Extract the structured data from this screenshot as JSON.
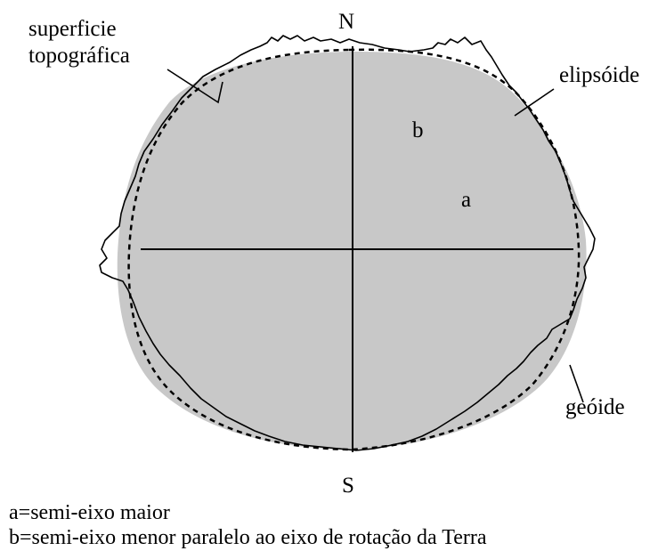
{
  "labels": {
    "surface": "superficie\ntopográfica",
    "north": "N",
    "south": "S",
    "ellipsoid": "elipsóide",
    "semi_minor": "b",
    "semi_major": "a",
    "geoid": "geóide"
  },
  "legend": {
    "a": "a=semi-eixo maior",
    "b": "b=semi-eixo menor paralelo ao eixo de rotação da Terra"
  },
  "colors": {
    "geoid_fill": "#c8c8c8",
    "line": "#000000"
  }
}
